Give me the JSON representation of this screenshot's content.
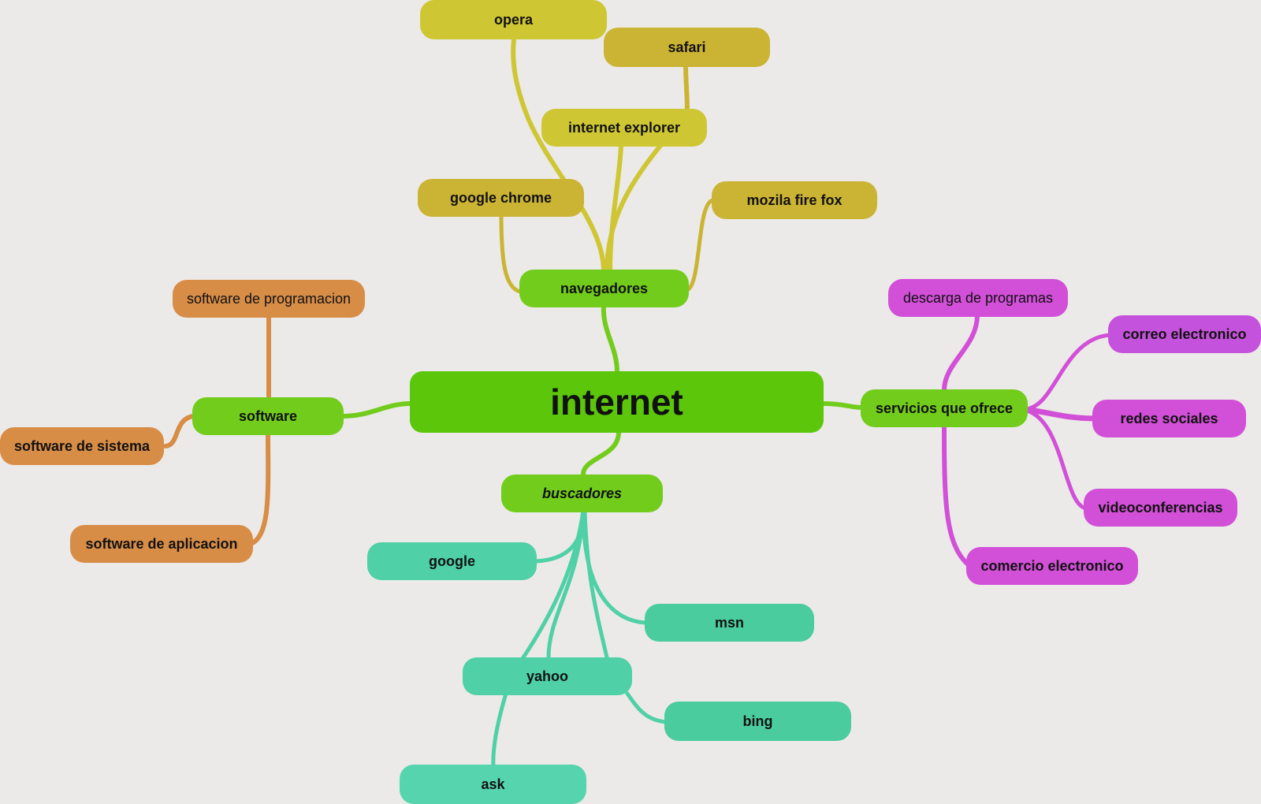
{
  "colors": {
    "background": "#ebeae8",
    "root": "#5cc60a",
    "branch": "#72cc1c",
    "browsers_yellow": "#cfc634",
    "browsers_gold": "#cbb334",
    "software_orange": "#d88d47",
    "services_magenta": "#d24fd8",
    "search_teal": "#4fd0a6"
  },
  "root": {
    "label": "internet"
  },
  "branches": {
    "navegadores": {
      "label": "navegadores",
      "children": [
        "opera",
        "safari",
        "internet explorer",
        "google chrome",
        "mozila fire fox"
      ]
    },
    "software": {
      "label": "software",
      "children": [
        "software de programacion",
        "software de sistema",
        "software de aplicacion"
      ]
    },
    "servicios": {
      "label": "servicios que ofrece",
      "children": [
        "descarga de programas",
        "correo electronico",
        "redes sociales",
        "videoconferencias",
        "comercio electronico"
      ]
    },
    "buscadores": {
      "label": "buscadores",
      "children": [
        "google",
        "msn",
        "yahoo",
        "bing",
        "ask"
      ]
    }
  }
}
